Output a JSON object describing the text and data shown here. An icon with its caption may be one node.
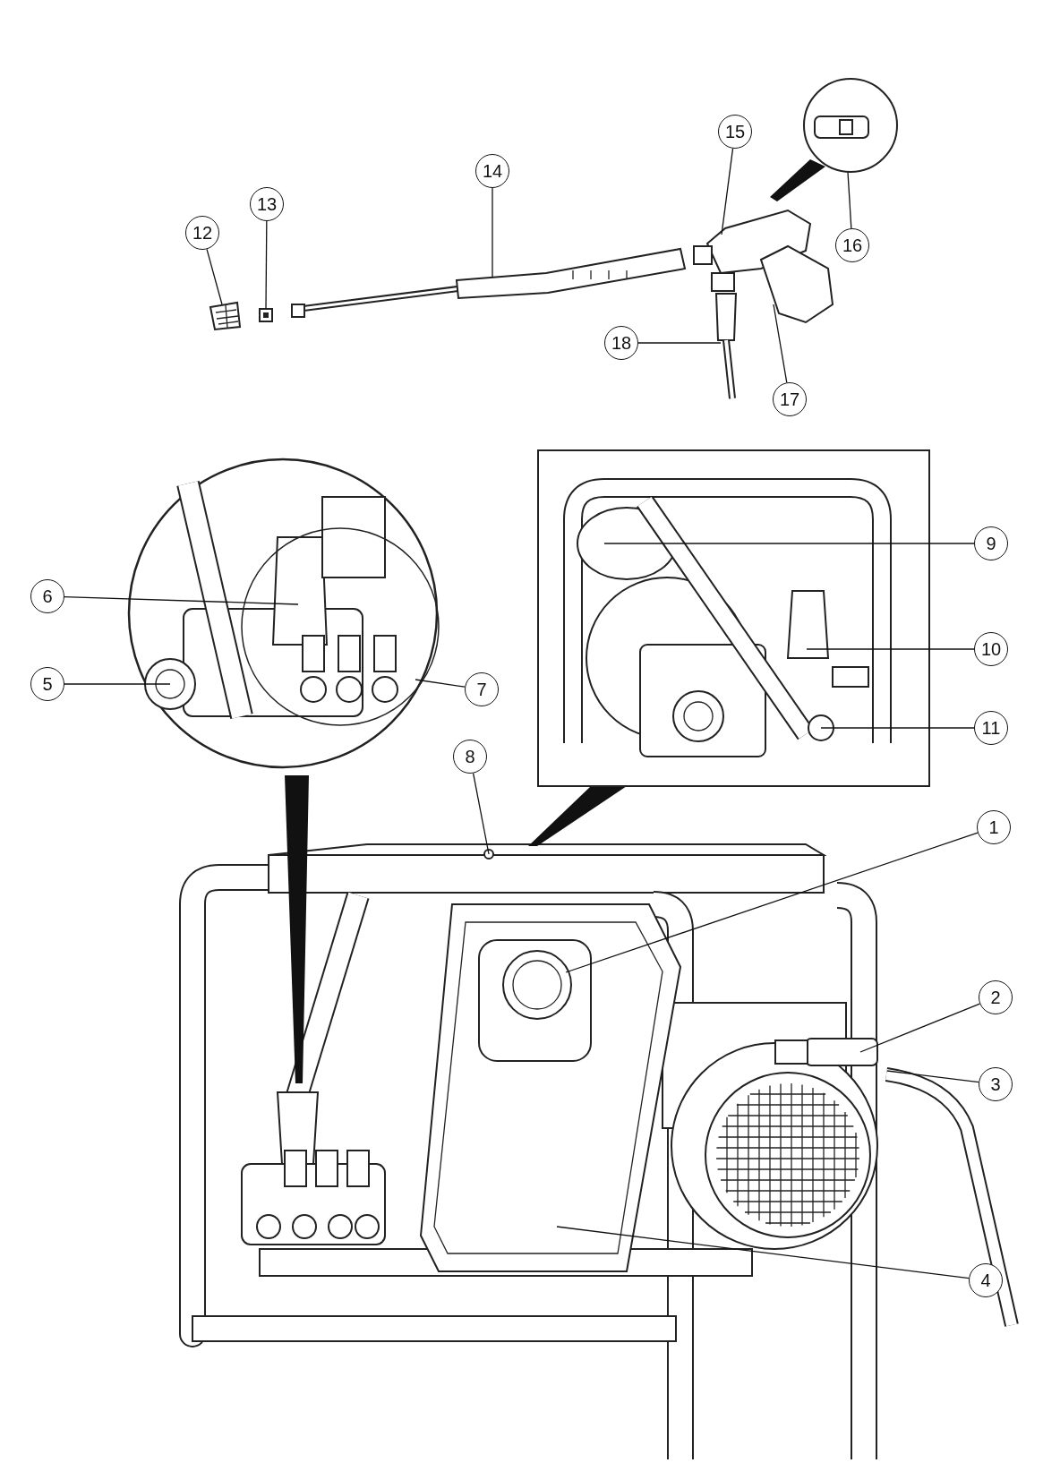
{
  "diagram": {
    "nodes": [
      {
        "text": [
          "1"
        ]
      },
      {
        "text": [
          "2"
        ]
      },
      {
        "text": [
          "3"
        ]
      },
      {
        "text": [
          "4"
        ]
      },
      {
        "text": [
          "5"
        ]
      },
      {
        "text": [
          "6"
        ]
      },
      {
        "text": [
          "7"
        ]
      },
      {
        "text": [
          "8"
        ]
      },
      {
        "text": [
          "9"
        ]
      },
      {
        "text": [
          "10"
        ]
      },
      {
        "text": [
          "11"
        ]
      },
      {
        "text": [
          "12"
        ]
      },
      {
        "text": [
          "13"
        ]
      },
      {
        "text": [
          "14"
        ]
      },
      {
        "text": [
          "15"
        ]
      },
      {
        "text": [
          "16"
        ]
      },
      {
        "text": [
          "17"
        ]
      },
      {
        "text": [
          "18"
        ]
      },
      {
        "text": [],
        "shape": "picture"
      },
      {
        "text": [],
        "shape": "picture"
      },
      {
        "text": [],
        "shape": "picture"
      },
      {
        "text": [],
        "shape": "picture"
      },
      {
        "text": [],
        "shape": "picture"
      },
      {
        "text": [],
        "shape": "picture"
      }
    ],
    "edges": [
      {
        "from": 0,
        "to": null,
        "arrow": "none"
      },
      {
        "from": 1,
        "to": null,
        "arrow": "none"
      },
      {
        "from": 2,
        "to": null,
        "arrow": "none"
      },
      {
        "from": 3,
        "to": null,
        "arrow": "none"
      },
      {
        "from": 4,
        "to": null,
        "arrow": "none"
      },
      {
        "from": 5,
        "to": null,
        "arrow": "none"
      },
      {
        "from": 6,
        "to": null,
        "arrow": "none"
      },
      {
        "from": 7,
        "to": null,
        "arrow": "none"
      },
      {
        "from": 8,
        "to": null,
        "arrow": "none"
      },
      {
        "from": 9,
        "to": null,
        "arrow": "none"
      },
      {
        "from": 10,
        "to": null,
        "arrow": "none"
      },
      {
        "from": 11,
        "to": 18,
        "arrow": "none"
      },
      {
        "from": 12,
        "to": 19,
        "arrow": "none"
      },
      {
        "from": 13,
        "to": 20,
        "arrow": "none"
      },
      {
        "from": 14,
        "to": 21,
        "arrow": "none"
      },
      {
        "from": 15,
        "to": 22,
        "arrow": "none"
      },
      {
        "from": 16,
        "to": 21,
        "arrow": "none"
      },
      {
        "from": 17,
        "to": 23,
        "arrow": "none"
      }
    ]
  }
}
